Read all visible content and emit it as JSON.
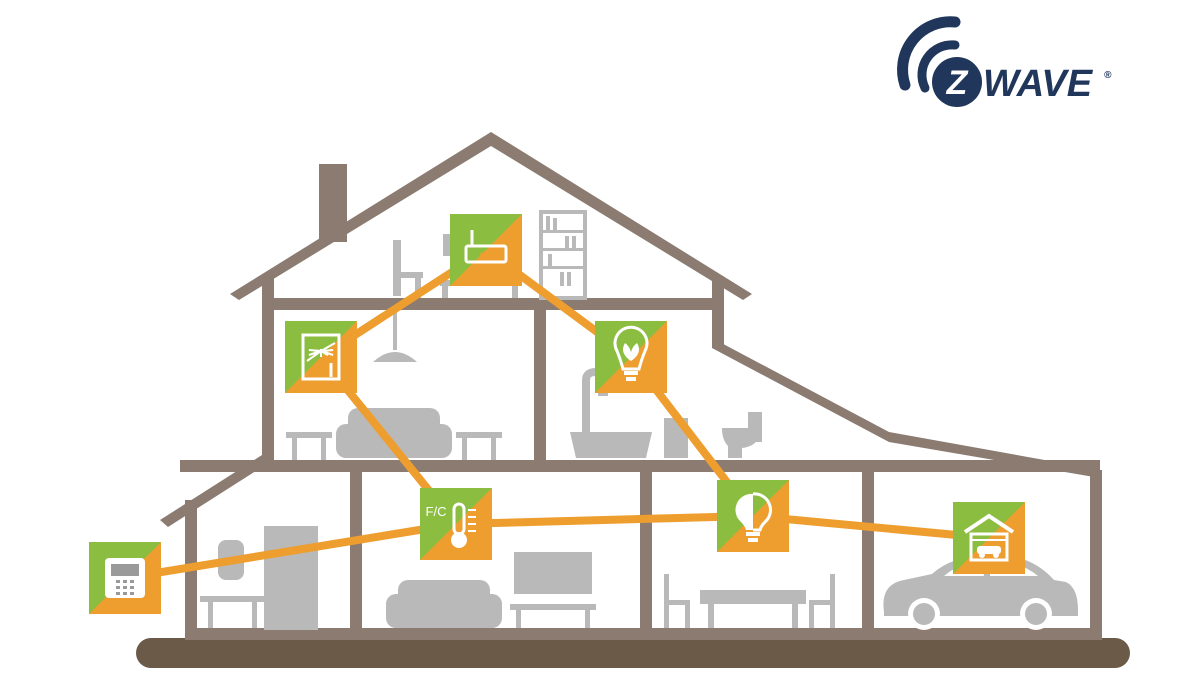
{
  "brand": {
    "logo_letter": "Z",
    "logo_text": "WAVE",
    "registered_mark": "®",
    "logo_color": "#20365a"
  },
  "palette": {
    "wall": "#8b7b71",
    "ground": "#6c5a49",
    "mesh_line": "#ee9e2f",
    "tile_green": "#8bbd40",
    "tile_orange": "#ee9e2f",
    "furniture": "#b9b9b9"
  },
  "devices": [
    {
      "id": "router",
      "icon": "router-icon",
      "dots": "•••"
    },
    {
      "id": "shades",
      "icon": "window-shade-icon"
    },
    {
      "id": "eco-bulb",
      "icon": "eco-light-bulb-icon"
    },
    {
      "id": "thermostat",
      "icon": "thermometer-icon",
      "label": "F/C"
    },
    {
      "id": "dimmer-bulb",
      "icon": "half-lit-bulb-icon"
    },
    {
      "id": "garage",
      "icon": "garage-door-icon"
    },
    {
      "id": "alarm-keypad",
      "icon": "security-keypad-icon"
    }
  ],
  "mesh_links": [
    [
      "router",
      "shades"
    ],
    [
      "router",
      "eco-bulb"
    ],
    [
      "shades",
      "thermostat"
    ],
    [
      "eco-bulb",
      "dimmer-bulb"
    ],
    [
      "thermostat",
      "dimmer-bulb"
    ],
    [
      "thermostat",
      "alarm-keypad"
    ],
    [
      "dimmer-bulb",
      "garage"
    ]
  ]
}
